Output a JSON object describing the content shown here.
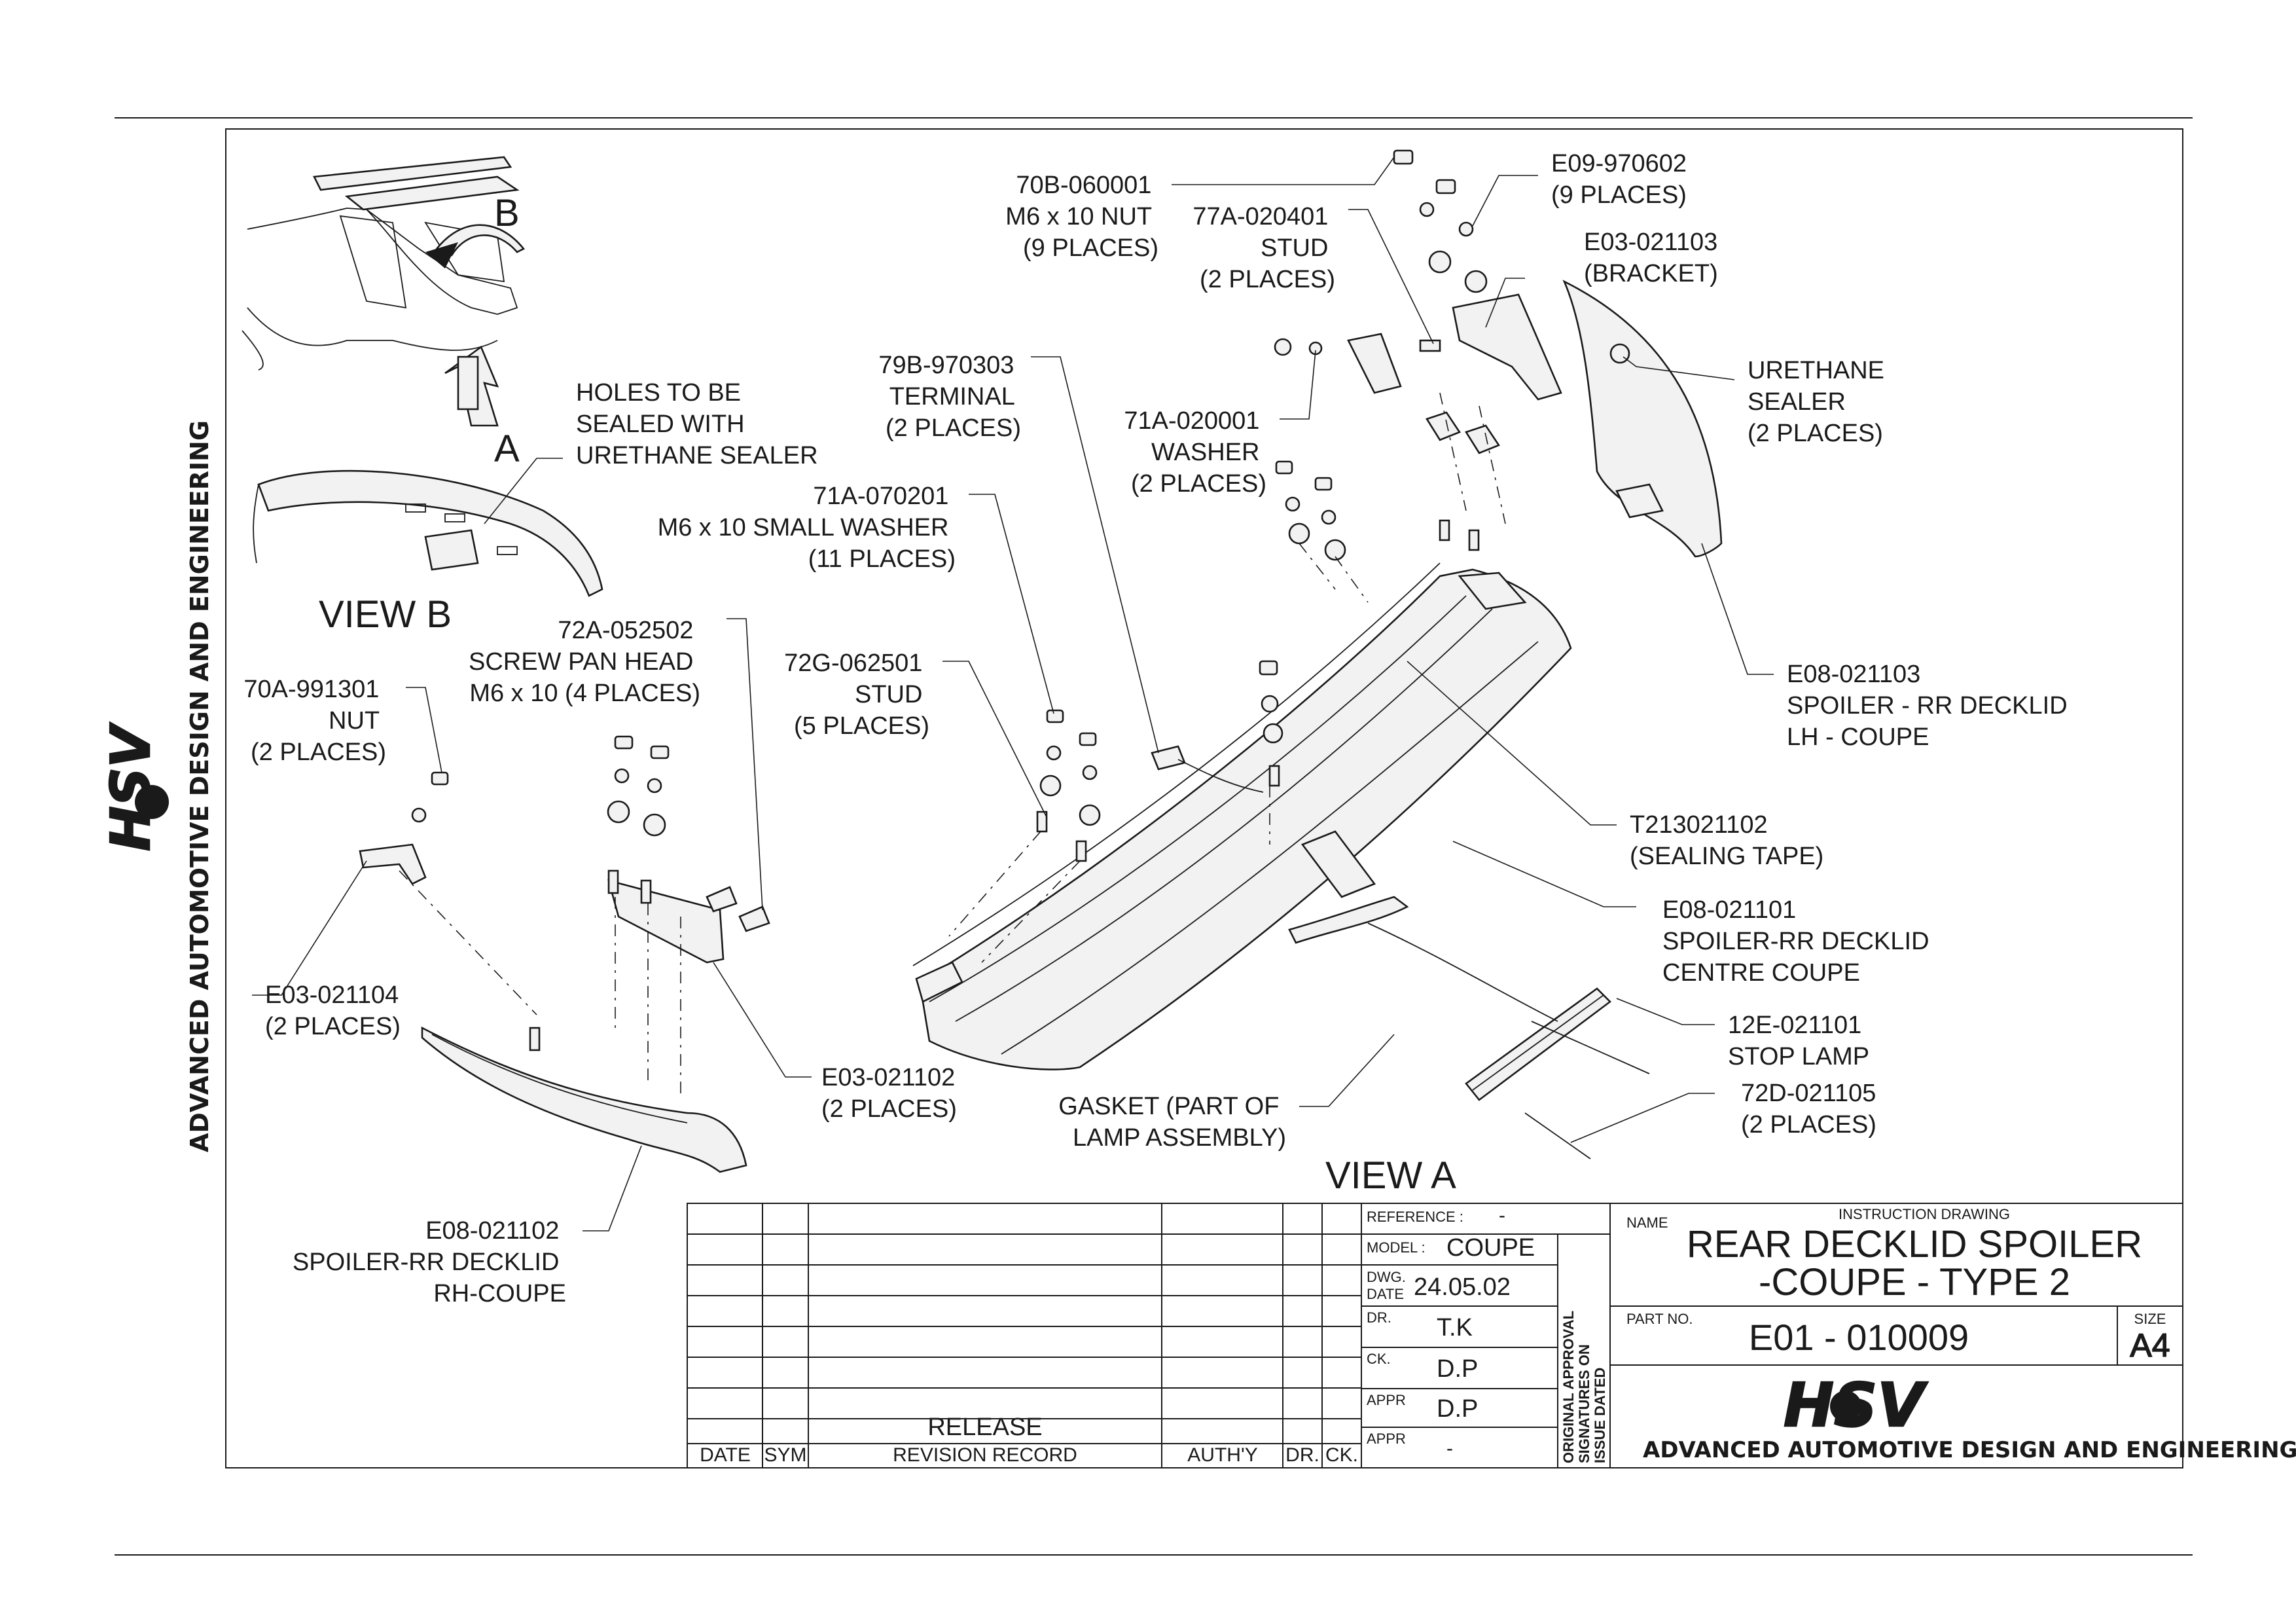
{
  "callouts": {
    "nut70b": [
      "70B-060001",
      "M6 x 10 NUT",
      "(9 PLACES)"
    ],
    "e09": [
      "E09-970602",
      "(9 PLACES)"
    ],
    "stud77a": [
      "77A-020401",
      "STUD",
      "(2 PLACES)"
    ],
    "bracket": [
      "E03-021103",
      "(BRACKET)"
    ],
    "urethane": [
      "URETHANE",
      "SEALER",
      "(2 PLACES)"
    ],
    "terminal": [
      "79B-970303",
      "TERMINAL",
      "(2 PLACES)"
    ],
    "washer71a": [
      "71A-020001",
      "WASHER",
      "(2 PLACES)"
    ],
    "holes": [
      "HOLES TO BE",
      "SEALED WITH",
      "URETHANE SEALER"
    ],
    "smallwasher": [
      "71A-070201",
      "M6 x 10 SMALL WASHER",
      "(11 PLACES)"
    ],
    "screw": [
      "72A-052502",
      "SCREW PAN HEAD",
      "M6 x 10 (4 PLACES)"
    ],
    "nut70a": [
      "70A-991301",
      "NUT",
      "(2 PLACES)"
    ],
    "stud72g": [
      "72G-062501",
      "STUD",
      "(5 PLACES)"
    ],
    "spoilerLH": [
      "E08-021103",
      "SPOILER - RR DECKLID",
      "LH - COUPE"
    ],
    "tape": [
      "T213021102",
      "(SEALING TAPE)"
    ],
    "centre": [
      "E08-021101",
      "SPOILER-RR DECKLID",
      "CENTRE COUPE"
    ],
    "e03_104": [
      "E03-021104",
      "(2 PLACES)"
    ],
    "stoplamp": [
      "12E-021101",
      "STOP LAMP"
    ],
    "e03_102": [
      "E03-021102",
      "(2 PLACES)"
    ],
    "gasket": [
      "GASKET (PART OF",
      "LAMP ASSEMBLY)"
    ],
    "d72": [
      "72D-021105",
      "(2 PLACES)"
    ],
    "spoilerRH": [
      "E08-021102",
      "SPOILER-RR DECKLID",
      "RH-COUPE"
    ]
  },
  "views": {
    "a": "VIEW A",
    "b": "VIEW B",
    "arrowA": "A",
    "arrowB": "B"
  },
  "brand": {
    "logo": "HSV",
    "tagline": "ADVANCED AUTOMOTIVE DESIGN AND ENGINEERING"
  },
  "revision": {
    "release": "RELEASE",
    "headers": [
      "DATE",
      "SYM",
      "REVISION RECORD",
      "AUTH'Y",
      "DR.",
      "CK."
    ]
  },
  "titleblock": {
    "reference_label": "REFERENCE :",
    "reference_value": "-",
    "model_label": "MODEL :",
    "model_value": "COUPE",
    "dwg_label_1": "DWG.",
    "dwg_label_2": "DATE",
    "dwg_value": "24.05.02",
    "dr_label": "DR.",
    "dr_value": "T.K",
    "ck_label": "CK.",
    "ck_value": "D.P",
    "appr_label": "APPR",
    "appr_value": "D.P",
    "appr2_label": "APPR",
    "appr2_value": "-",
    "approval": [
      "ORIGINAL APPROVAL",
      "SIGNATURES ON",
      "ISSUE DATED"
    ],
    "name_label": "NAME",
    "drawing_type": "INSTRUCTION DRAWING",
    "title_1": "REAR DECKLID SPOILER",
    "title_2": "-COUPE - TYPE 2",
    "part_label": "PART NO.",
    "part_value": "E01 - 010009",
    "size_label": "SIZE",
    "size_value": "A4"
  }
}
